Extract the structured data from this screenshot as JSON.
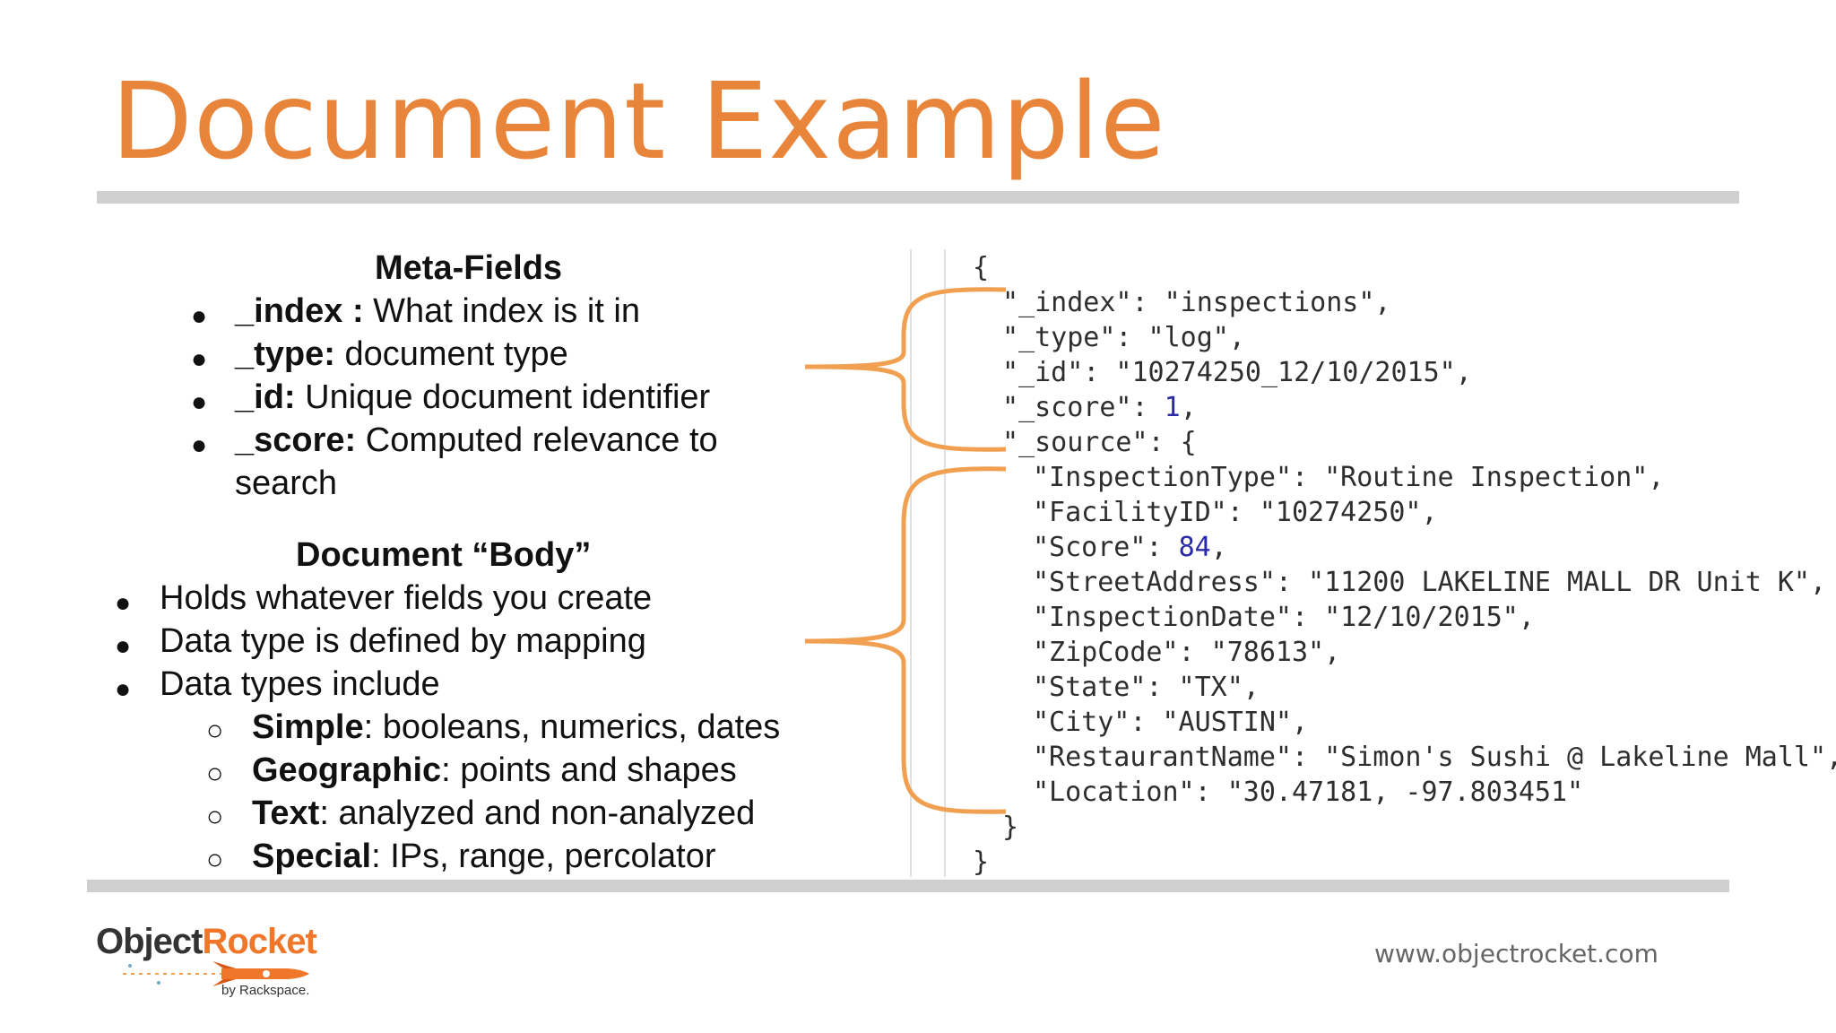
{
  "title": "Document Example",
  "meta_fields": {
    "heading": "Meta-Fields",
    "items": [
      {
        "name": "_index :",
        "desc": " What index is it in"
      },
      {
        "name": "_type:",
        "desc": " document type"
      },
      {
        "name": "_id:",
        "desc": " Unique document identifier"
      },
      {
        "name": "_score:",
        "desc": " Computed relevance to",
        "desc2": "search"
      }
    ]
  },
  "body_section": {
    "heading": "Document “Body”",
    "items": [
      "Holds whatever fields you create",
      "Data type is defined by mapping",
      "Data types include"
    ],
    "subitems": [
      {
        "name": "Simple",
        "desc": ": booleans, numerics, dates"
      },
      {
        "name": "Geographic",
        "desc": ": points and shapes"
      },
      {
        "name": "Text",
        "desc": ": analyzed and non-analyzed"
      },
      {
        "name": "Special",
        "desc": ": IPs, range, percolator"
      }
    ]
  },
  "code": {
    "l0": "{",
    "l1": "\"_index\": \"inspections\",",
    "l2": "\"_type\": \"log\",",
    "l3": "\"_id\": \"10274250_12/10/2015\",",
    "l4a": "\"_score\": ",
    "l4n": "1",
    "l4b": ",",
    "l5": "\"_source\": {",
    "l6": "\"InspectionType\": \"Routine Inspection\",",
    "l7": "\"FacilityID\": \"10274250\",",
    "l8a": "\"Score\": ",
    "l8n": "84",
    "l8b": ",",
    "l9": "\"StreetAddress\": \"11200 LAKELINE MALL DR Unit K\",",
    "l10": "\"InspectionDate\": \"12/10/2015\",",
    "l11": "\"ZipCode\": \"78613\",",
    "l12": "\"State\": \"TX\",",
    "l13": "\"City\": \"AUSTIN\",",
    "l14": "\"RestaurantName\": \"Simon's Sushi @ Lakeline Mall\",",
    "l15": "\"Location\": \"30.47181, -97.803451\"",
    "l16": "}",
    "l17": "}"
  },
  "footer": {
    "url": "www.objectrocket.com",
    "logo_word1": "Object",
    "logo_word2": "Rocket",
    "logo_by": "by Rackspace."
  },
  "colors": {
    "title": "#e9853a",
    "brace": "#f0a050",
    "rule": "#cfcfcf"
  }
}
